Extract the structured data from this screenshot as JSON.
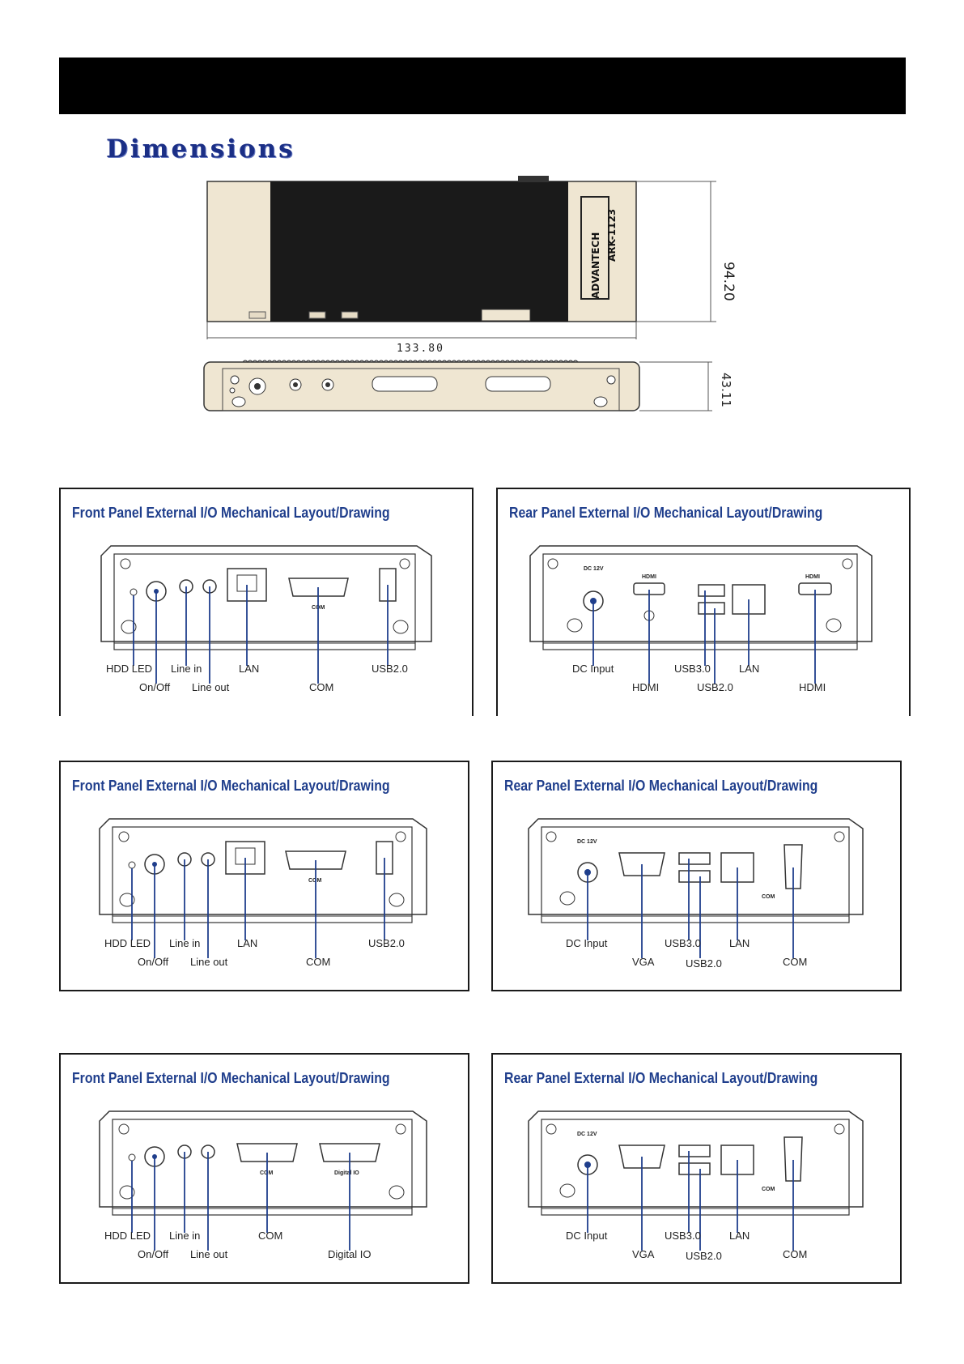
{
  "document": {
    "section_title": "Dimensions",
    "dimensions": {
      "width": "133.80",
      "height": "94.20",
      "depth": "43.11",
      "brand": "ADVANTECH",
      "model": "ARK-1123"
    }
  },
  "panels": [
    {
      "id": "front-1",
      "title": "Front Panel External I/O Mechanical Layout/Drawing",
      "chassis_labels": [
        "COM"
      ],
      "labels_top": [
        "HDD LED",
        "Line in",
        "LAN",
        "USB2.0"
      ],
      "labels_bottom": [
        "On/Off",
        "Line out",
        "COM"
      ]
    },
    {
      "id": "rear-1",
      "title": "Rear Panel External I/O Mechanical Layout/Drawing",
      "chassis_labels": [
        "DC 12V",
        "HDMI",
        "HDMI"
      ],
      "labels_top": [
        "DC Input",
        "USB3.0",
        "LAN"
      ],
      "labels_bottom": [
        "HDMI",
        "USB2.0",
        "HDMI"
      ]
    },
    {
      "id": "front-2",
      "title": "Front Panel External I/O Mechanical Layout/Drawing",
      "chassis_labels": [
        "COM"
      ],
      "labels_top": [
        "HDD LED",
        "Line in",
        "LAN",
        "USB2.0"
      ],
      "labels_bottom": [
        "On/Off",
        "Line out",
        "COM"
      ]
    },
    {
      "id": "rear-2",
      "title": "Rear Panel External I/O Mechanical Layout/Drawing",
      "chassis_labels": [
        "DC 12V",
        "COM"
      ],
      "labels_top": [
        "DC Input",
        "USB3.0",
        "LAN",
        "COM"
      ],
      "labels_bottom": [
        "VGA",
        "USB2.0"
      ]
    },
    {
      "id": "front-3",
      "title": "Front Panel External I/O Mechanical Layout/Drawing",
      "chassis_labels": [
        "COM",
        "Digital IO"
      ],
      "labels_top": [
        "HDD LED",
        "Line in",
        "COM"
      ],
      "labels_bottom": [
        "On/Off",
        "Line out",
        "Digital IO"
      ]
    },
    {
      "id": "rear-3",
      "title": "Rear Panel External I/O Mechanical Layout/Drawing",
      "chassis_labels": [
        "DC 12V",
        "COM"
      ],
      "labels_top": [
        "DC Input",
        "USB3.0",
        "LAN"
      ],
      "labels_bottom": [
        "VGA",
        "USB2.0",
        "COM"
      ]
    }
  ]
}
